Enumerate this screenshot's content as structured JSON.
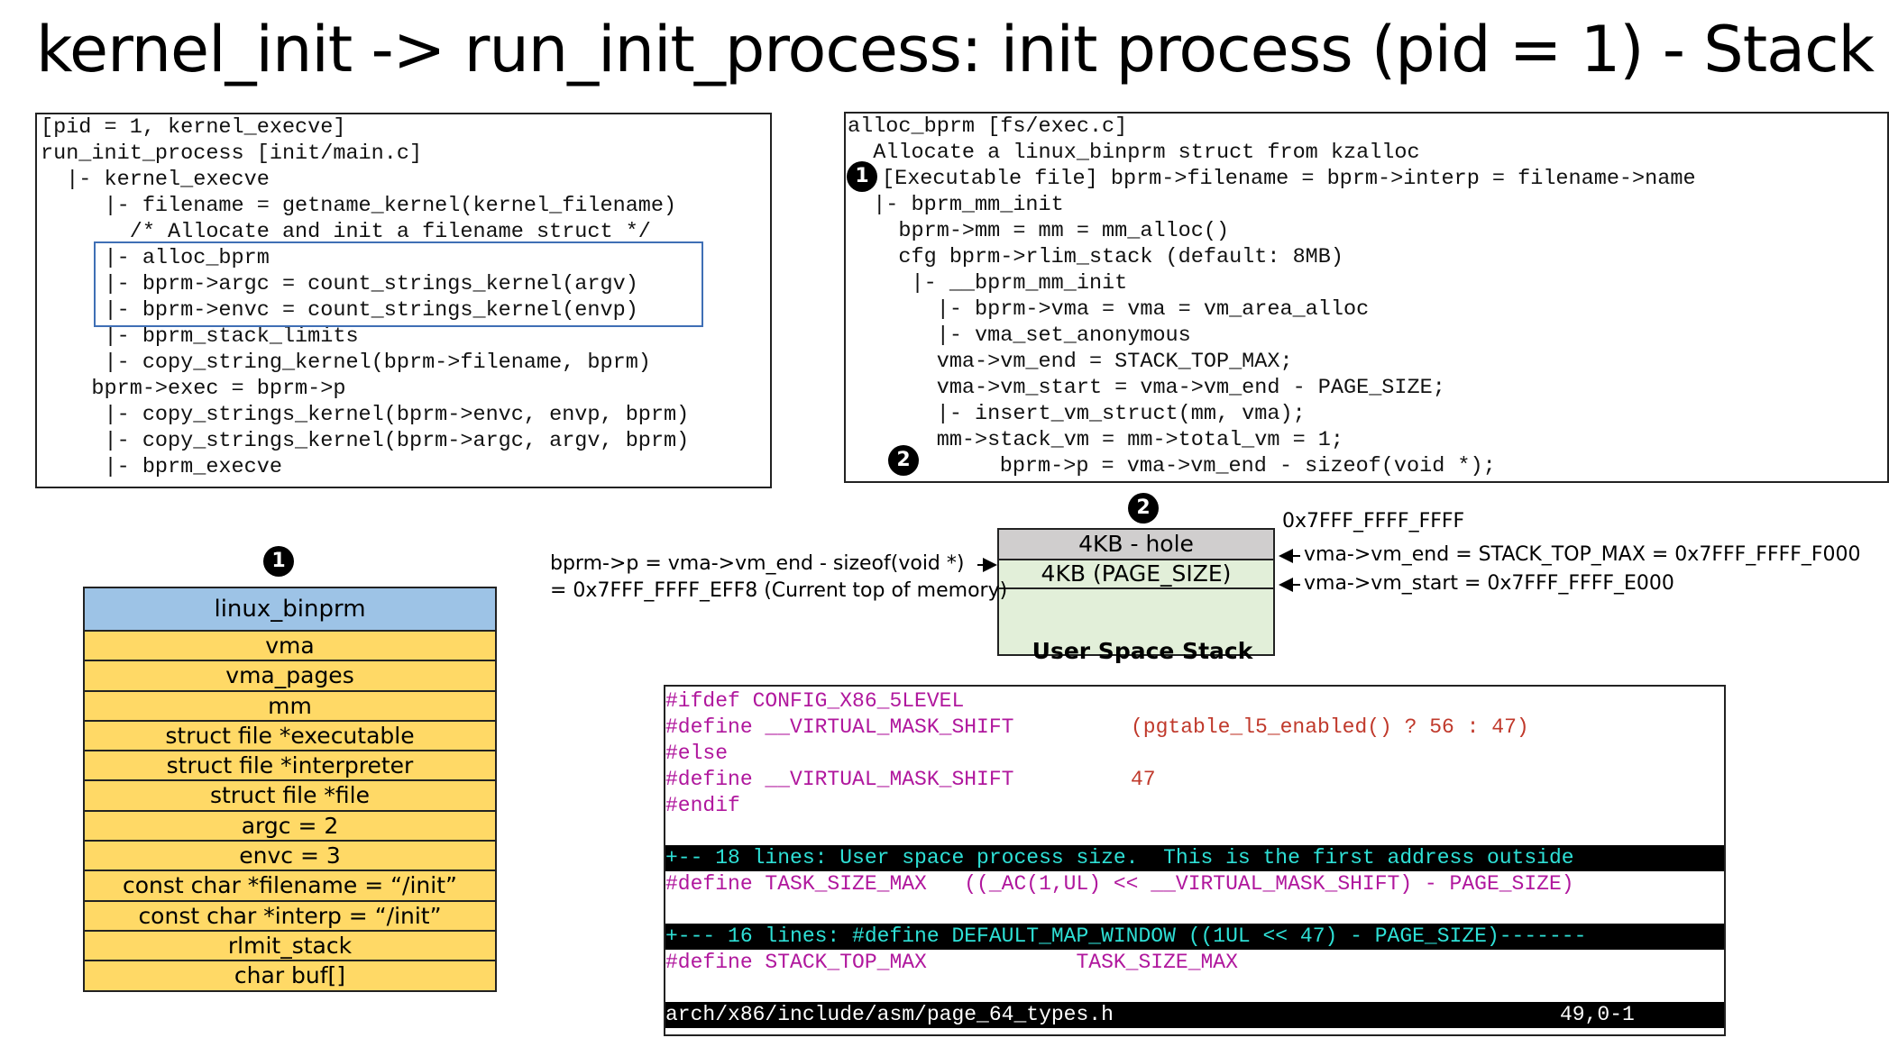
{
  "title": "kernel_init -> run_init_process: init process (pid = 1) - Stack",
  "left_code": [
    "[pid = 1, kernel_execve]",
    "run_init_process [init/main.c]",
    "  |- kernel_execve",
    "     |- filename = getname_kernel(kernel_filename)",
    "       /* Allocate and init a filename struct */",
    "     |- alloc_bprm",
    "     |- bprm->argc = count_strings_kernel(argv)",
    "     |- bprm->envc = count_strings_kernel(envp)",
    "     |- bprm_stack_limits",
    "     |- copy_string_kernel(bprm->filename, bprm)",
    "    bprm->exec = bprm->p",
    "     |- copy_strings_kernel(bprm->envc, envp, bprm)",
    "     |- copy_strings_kernel(bprm->argc, argv, bprm)",
    "     |- bprm_execve"
  ],
  "right_code": [
    "alloc_bprm [fs/exec.c]",
    "  Allocate a linux_binprm struct from kzalloc",
    "[Executable file] bprm->filename = bprm->interp = filename->name",
    "  |- bprm_mm_init",
    "    bprm->mm = mm = mm_alloc()",
    "    cfg bprm->rlim_stack (default: 8MB)",
    "     |- __bprm_mm_init",
    "       |- bprm->vma = vma = vm_area_alloc",
    "       |- vma_set_anonymous",
    "       vma->vm_end = STACK_TOP_MAX;",
    "       vma->vm_start = vma->vm_end - PAGE_SIZE;",
    "       |- insert_vm_struct(mm, vma);",
    "       mm->stack_vm = mm->total_vm = 1;",
    "       bprm->p = vma->vm_end - sizeof(void *);"
  ],
  "badges": {
    "one": "1",
    "two": "2"
  },
  "struct_table": {
    "header": "linux_binprm",
    "rows": [
      "vma",
      "vma_pages",
      "mm",
      "struct file *executable",
      "struct file *interpreter",
      "struct file *file",
      "argc = 2",
      "envc = 3",
      "const char *filename = “/init”",
      "const char *interp = “/init”",
      "rlmit_stack",
      "char buf[]"
    ]
  },
  "stack": {
    "top_addr": "0x7FFF_FFFF_FFFF",
    "hole": "4KB - hole",
    "page": "4KB (PAGE_SIZE)",
    "caption": "User Space Stack",
    "vm_end": "vma->vm_end = STACK_TOP_MAX = 0x7FFF_FFFF_F000",
    "vm_start": "vma->vm_start = 0x7FFF_FFFF_E000",
    "bprm_p_line1": "bprm->p = vma->vm_end - sizeof(void *)",
    "bprm_p_line2": "= 0x7FFF_FFFF_EFF8 (Current top of memory)"
  },
  "vim": {
    "l1": "#ifdef CONFIG_X86_5LEVEL",
    "l2a": "#define __VIRTUAL_MASK_SHIFT",
    "l2b": "(pgtable_l5_enabled() ? 56 : 47)",
    "l3": "#else",
    "l4a": "#define __VIRTUAL_MASK_SHIFT",
    "l4b": "47",
    "l5": "#endif",
    "fold1": "+-- 18 lines: User space process size.  This is the first address outside",
    "l6": "#define TASK_SIZE_MAX   ((_AC(1,UL) << __VIRTUAL_MASK_SHIFT) - PAGE_SIZE)",
    "fold2": "+--- 16 lines: #define DEFAULT_MAP_WINDOW ((1UL << 47) - PAGE_SIZE)-------",
    "l7": "#define STACK_TOP_MAX            TASK_SIZE_MAX",
    "status_file": "arch/x86/include/asm/page_64_types.h",
    "status_pos": "49,0-1"
  }
}
